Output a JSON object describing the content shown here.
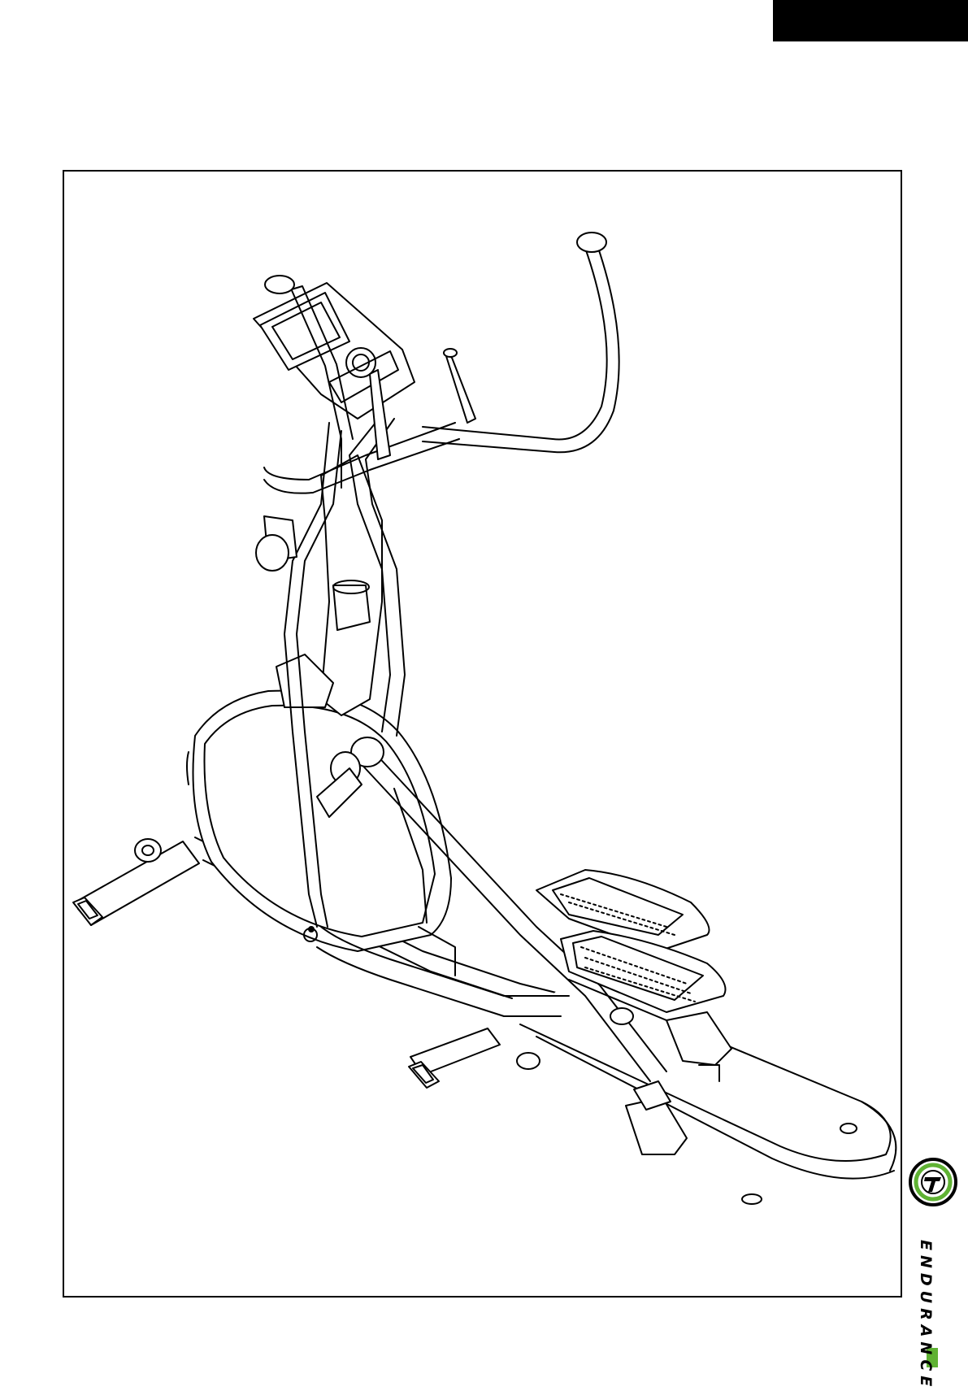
{
  "brand": {
    "name": "ENDURANCE",
    "logo_letter": "T",
    "colors": {
      "ring_outer": "#000000",
      "ring_green": "#5fb233",
      "accent_bar": "#5fb233"
    }
  },
  "figure": {
    "subject": "elliptical-cross-trainer-line-drawing"
  },
  "colors": {
    "line": "#000000",
    "background": "#ffffff"
  }
}
